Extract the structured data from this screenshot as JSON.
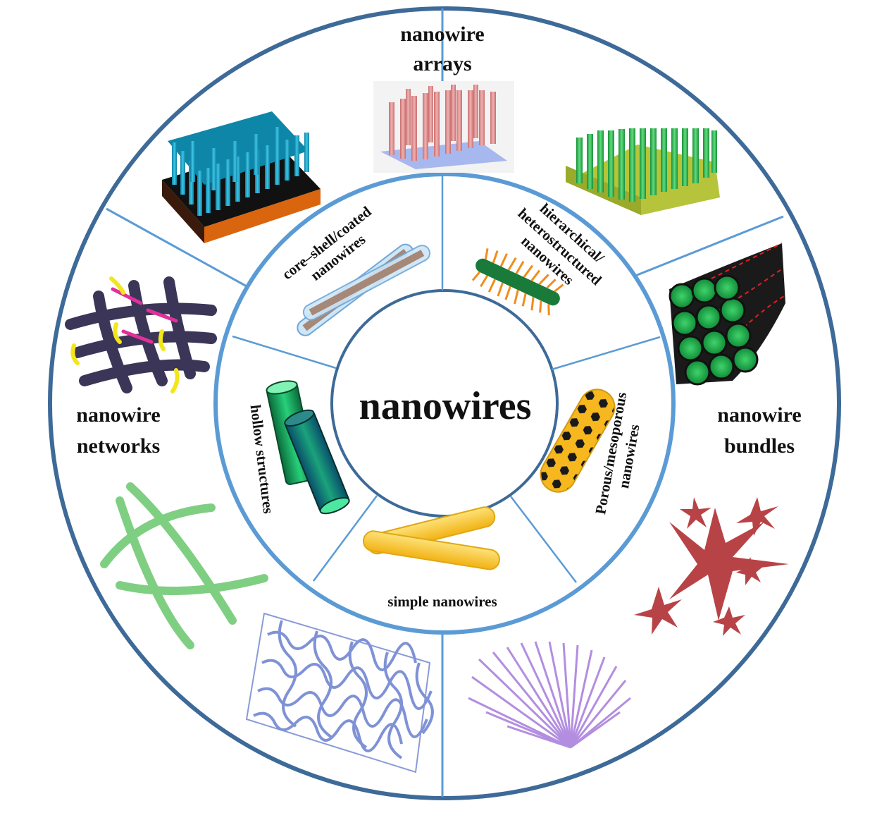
{
  "center": {
    "label": "nanowires"
  },
  "outer_ring": {
    "arrays": {
      "line1": "nanowire",
      "line2": "arrays"
    },
    "networks": {
      "line1": "nanowire",
      "line2": "networks"
    },
    "bundles": {
      "line1": "nanowire",
      "line2": "bundles"
    }
  },
  "inner_ring": {
    "core_shell": {
      "line1": "core–shell/coated",
      "line2": "nanowires"
    },
    "hierarchical": {
      "line1": "hierarchical/",
      "line2": "heterostructured",
      "line3": "nanowires"
    },
    "porous": {
      "line1": "Porous/mesoporous",
      "line2": "nanowires"
    },
    "simple": {
      "line1": "simple nanowires"
    },
    "hollow": {
      "line1": "hollow structures"
    }
  },
  "colors": {
    "outer_ring": "#3d6a98",
    "inner_ring": "#5b9bd5",
    "dividers": "#5b9bd5"
  },
  "icons": [
    "nanowire-array-cyan-icon",
    "nanowire-array-pink-icon",
    "nanowire-array-green-icon",
    "nanowire-mesh-icon",
    "nanowire-cross-green-icon",
    "nanowire-sponge-icon",
    "nanowire-bundle-icon",
    "nanowire-star-icon",
    "nanowire-fan-icon",
    "core-shell-icon",
    "hierarchical-nanowire-icon",
    "porous-nanowire-icon",
    "simple-nanowire-icon",
    "hollow-tube-icon"
  ]
}
